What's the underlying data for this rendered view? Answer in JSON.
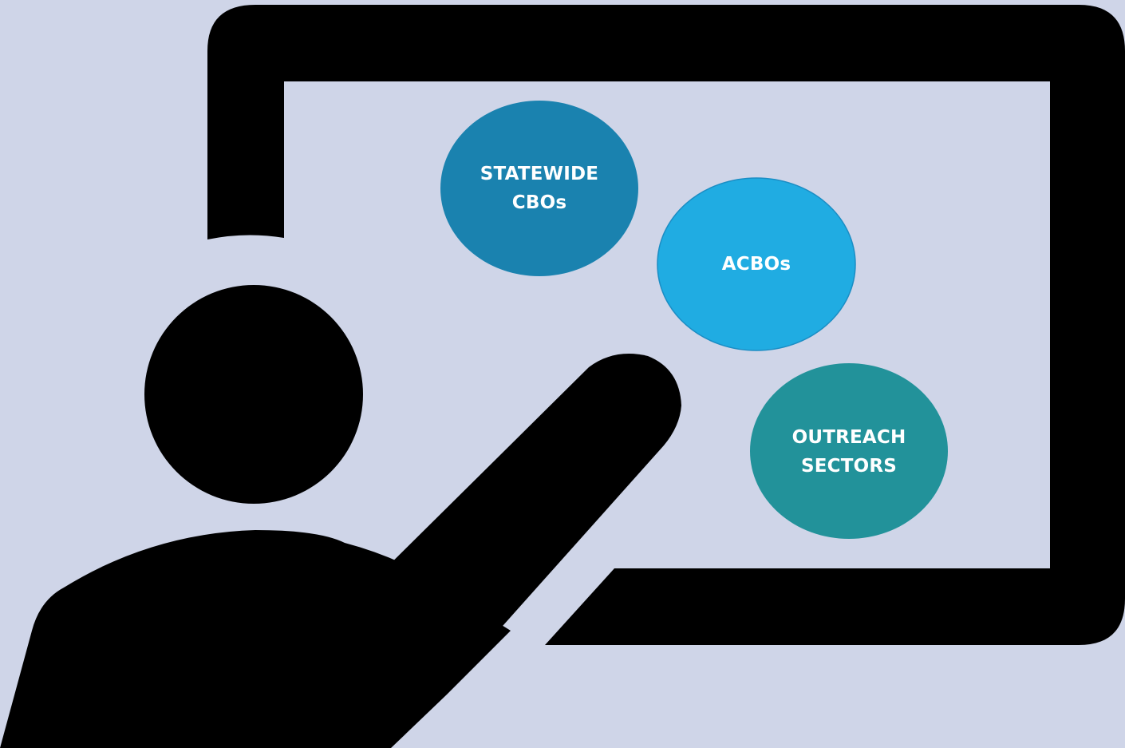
{
  "colors": {
    "background": "#cfd5e8",
    "silhouette": "#000000",
    "board_inner": "#cfd5e8",
    "bubble_1": "#1a82af",
    "bubble_2": "#20ace2",
    "bubble_3": "#22929a",
    "label_text": "#ffffff"
  },
  "icons": {
    "presenter": "person-pointing-at-board-icon",
    "board": "presentation-board-icon"
  },
  "bubbles": [
    {
      "line1": "STATEWIDE",
      "line2": "CBOs"
    },
    {
      "line1": "ACBOs",
      "line2": ""
    },
    {
      "line1": "OUTREACH",
      "line2": "SECTORS"
    }
  ]
}
